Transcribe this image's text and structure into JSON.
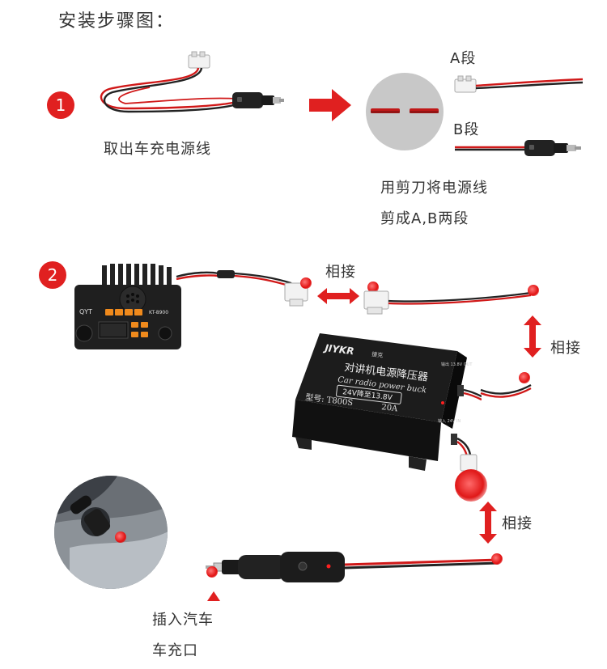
{
  "page_title": "安装步骤图：",
  "step1": {
    "number": "1",
    "caption": "取出车充电源线",
    "label_a": "A段",
    "label_b": "B段",
    "cut_caption_line1": "用剪刀将电源线",
    "cut_caption_line2": "剪成A,B两段"
  },
  "step2": {
    "number": "2",
    "connect_label_1": "相接",
    "connect_label_2": "相接",
    "connect_label_3": "相接",
    "plug_caption_line1": "插入汽车",
    "plug_caption_line2": "车充口"
  },
  "device": {
    "brand": "JIYKR",
    "brand_cn": "捷克",
    "name_cn": "对讲机电源降压器",
    "name_en": "Car radio power buck",
    "voltage": "24V降至13.8V",
    "model": "型号: T800S",
    "current": "20A",
    "out_label": "输出 13.8V OUT",
    "in_label": "输入 24V IN"
  },
  "radio": {
    "brand": "QYT",
    "model": "KT-8900"
  },
  "colors": {
    "accent_red": "#e02020",
    "text": "#333333"
  }
}
